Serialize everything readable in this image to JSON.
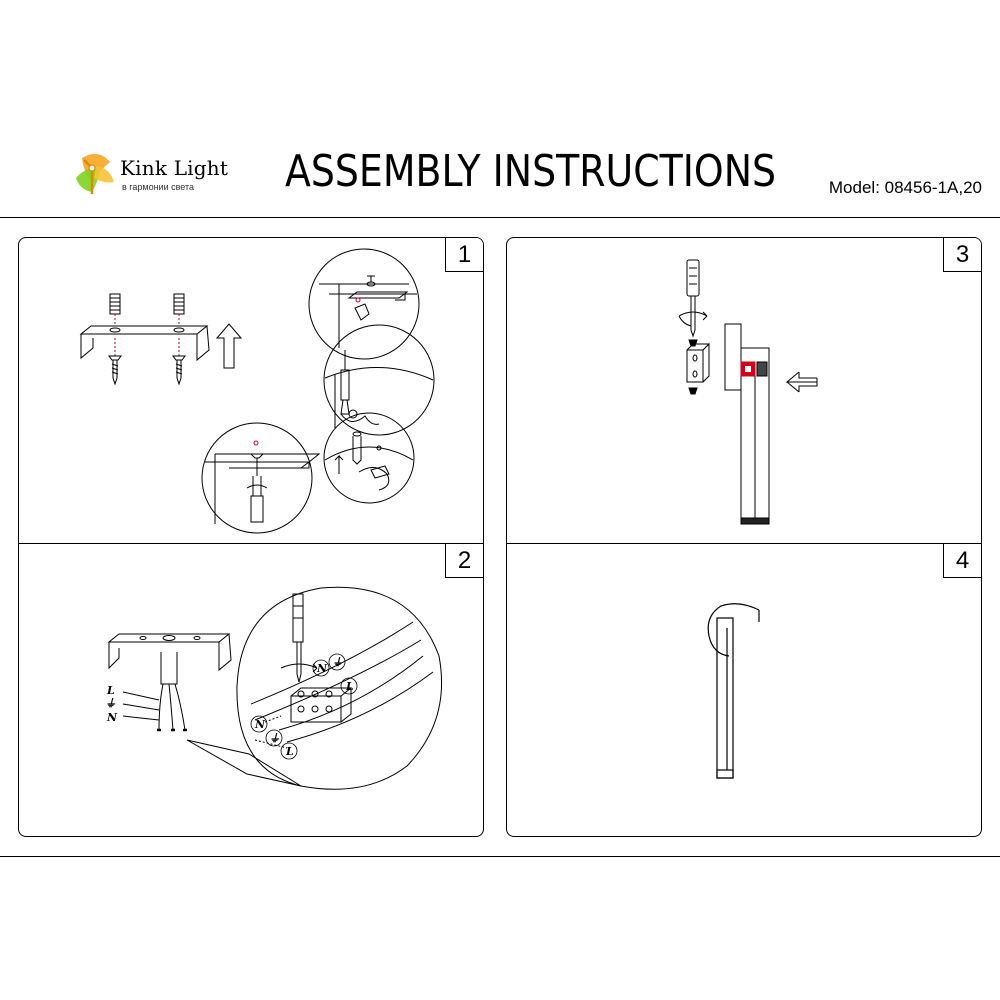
{
  "header": {
    "brand": "Kink Light",
    "brand_tagline": "в гармонии света",
    "title": "ASSEMBLY INSTRUCTIONS",
    "model": "Model: 08456-1A,20"
  },
  "steps": [
    {
      "number": "1"
    },
    {
      "number": "2",
      "wire_labels": [
        "L",
        "⏚",
        "N"
      ],
      "terminal_labels": [
        "N",
        "⏚",
        "L"
      ]
    },
    {
      "number": "3"
    },
    {
      "number": "4"
    }
  ],
  "colors": {
    "line": "#000000",
    "accent": "#d0021b",
    "logo_orange": "#f5a623",
    "logo_green": "#7ed321"
  }
}
